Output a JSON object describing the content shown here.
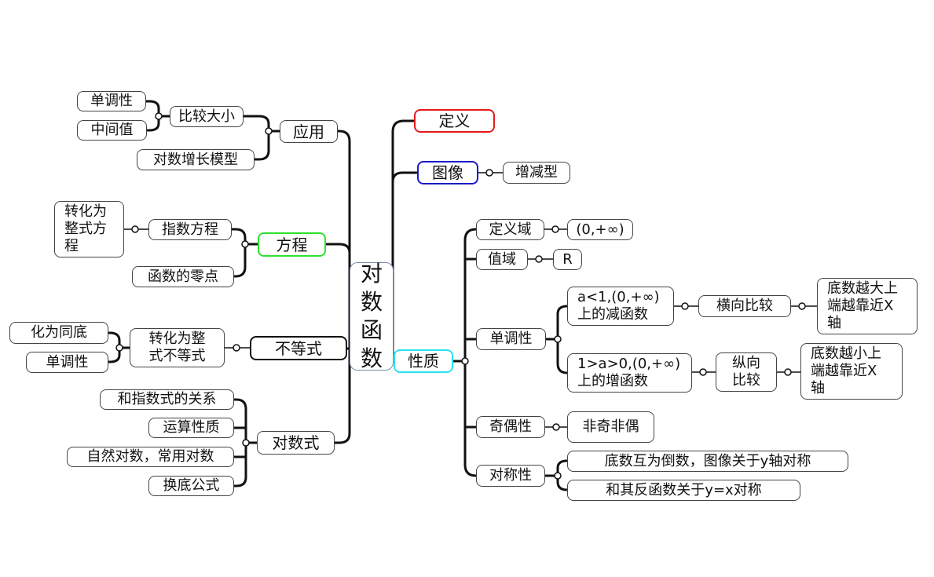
{
  "center": [
    "对",
    "数",
    "函",
    "数"
  ],
  "right": {
    "definition": "定义",
    "graph": "图像",
    "graph_child": "增减型",
    "properties": "性质",
    "domain": "定义域",
    "domain_value": "(0,+∞)",
    "range": "值域",
    "range_value": "R",
    "monotonicity": "单调性",
    "mono_a": [
      "a<1,(0,+∞)",
      "上的减函数"
    ],
    "mono_a_compare": "横向比较",
    "mono_a_result": [
      "底数越大上",
      "端越靠近X",
      "轴"
    ],
    "mono_b": [
      "1>a>0,(0,+∞)",
      "上的增函数"
    ],
    "mono_b_compare": [
      "纵向",
      "比较"
    ],
    "mono_b_result": [
      "底数越小上",
      "端越靠近X",
      "轴"
    ],
    "parity": "奇偶性",
    "parity_value": "非奇非偶",
    "symmetry": "对称性",
    "symmetry_a": "底数互为倒数，图像关于y轴对称",
    "symmetry_b": "和其反函数关于y=x对称"
  },
  "left": {
    "application": "应用",
    "compare": "比较大小",
    "compare_mono": "单调性",
    "compare_mid": "中间值",
    "growth_model": "对数增长模型",
    "equation": "方程",
    "exp_equation": "指数方程",
    "to_integral": [
      "转化为",
      "整式方",
      "程"
    ],
    "zeros": "函数的零点",
    "inequality": "不等式",
    "to_integral_ineq": [
      "转化为整",
      "式不等式"
    ],
    "same_base": "化为同底",
    "ineq_mono": "单调性",
    "log_expr": "对数式",
    "relation_exp": "和指数式的关系",
    "operations": "运算性质",
    "natural_common": "自然对数，常用对数",
    "change_base": "换底公式"
  }
}
